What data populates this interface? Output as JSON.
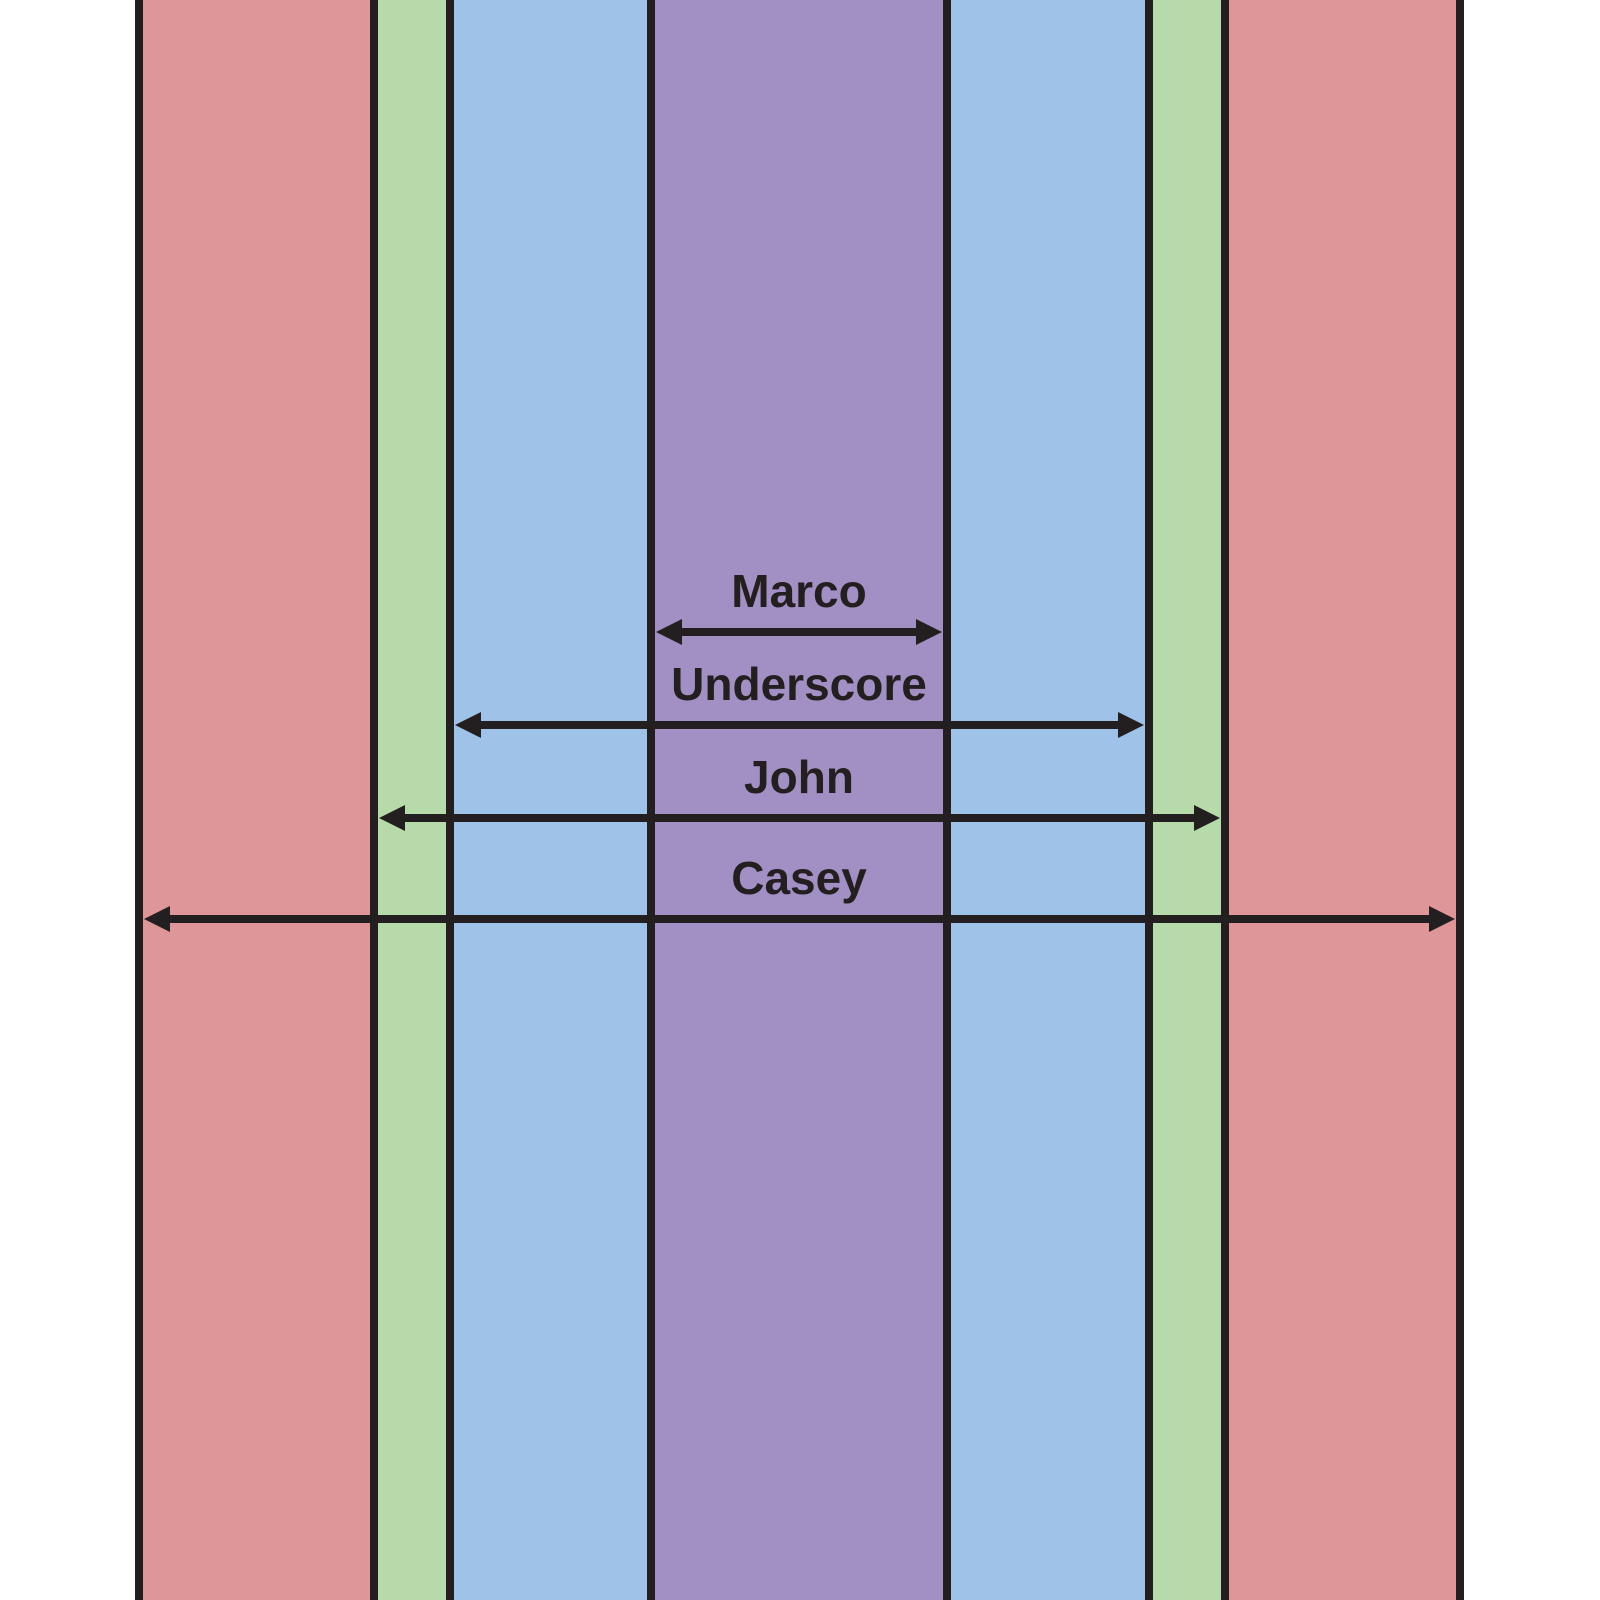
{
  "diagram": {
    "colors": {
      "outer": "#df9699",
      "second": "#b6daa9",
      "third": "#9fc3e8",
      "center": "#a290c4",
      "line": "#231f20",
      "background": "#ffffff"
    },
    "bands": [
      {
        "name": "band-outer-left",
        "color_key": "outer"
      },
      {
        "name": "band-second-left",
        "color_key": "second"
      },
      {
        "name": "band-third-left",
        "color_key": "third"
      },
      {
        "name": "band-center",
        "color_key": "center"
      },
      {
        "name": "band-third-right",
        "color_key": "third"
      },
      {
        "name": "band-second-right",
        "color_key": "second"
      },
      {
        "name": "band-outer-right",
        "color_key": "outer"
      }
    ],
    "spans": [
      {
        "label": "Marco",
        "level": 1
      },
      {
        "label": "Underscore",
        "level": 2
      },
      {
        "label": "John",
        "level": 3
      },
      {
        "label": "Casey",
        "level": 4
      }
    ]
  }
}
